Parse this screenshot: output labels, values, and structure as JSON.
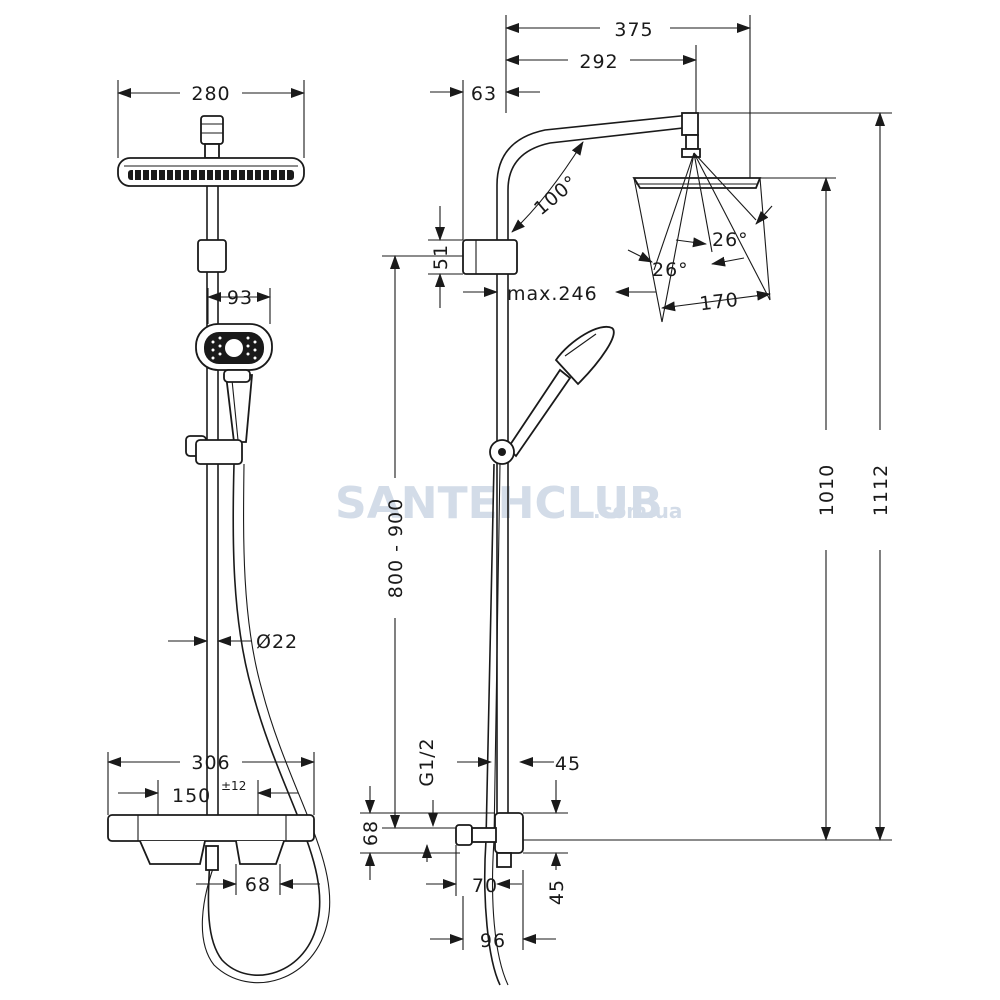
{
  "watermark": {
    "brand": "SANTEHCLUB",
    "domain": ".com.ua"
  },
  "front_view": {
    "head_width": "280",
    "handshower_width": "93",
    "pipe_diameter": "Ø22",
    "thermostat_width": "306",
    "connection_spacing": "150",
    "connection_tolerance": "±12",
    "outlet_offset": "68"
  },
  "side_view": {
    "overall_projection": "375",
    "arm_projection": "292",
    "wall_distance": "63",
    "bracket_height": "51",
    "max_depth": "max.246",
    "arm_angle": "100°",
    "tilt_angle_a": "26°",
    "tilt_angle_b": "26°",
    "head_diameter": "170",
    "height_to_head": "1010",
    "overall_height": "1112",
    "rail_height": "800 - 900",
    "thread": "G1/2",
    "top_offset": "45",
    "bottom_offset": "45",
    "mixer_height": "68",
    "mixer_depth": "70",
    "total_depth": "96"
  }
}
